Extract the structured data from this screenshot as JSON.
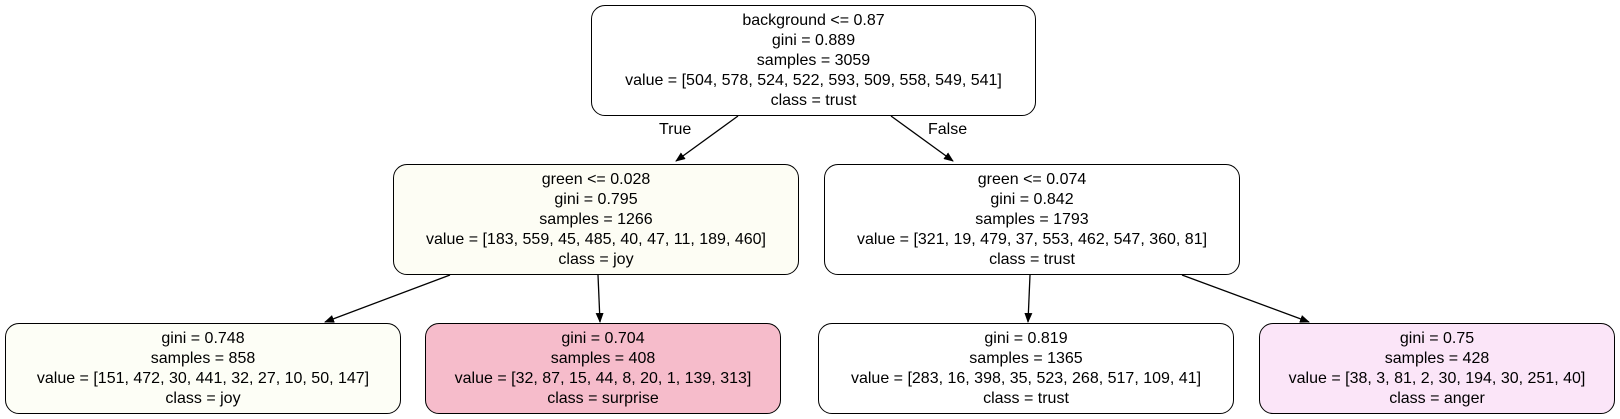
{
  "nodes": {
    "root": {
      "split": "background <= 0.87",
      "gini": "gini = 0.889",
      "samples": "samples = 3059",
      "value": "value = [504, 578, 524, 522, 593, 509, 558, 549, 541]",
      "class": "class = trust",
      "fill": "#ffffff"
    },
    "left": {
      "split": "green <= 0.028",
      "gini": "gini = 0.795",
      "samples": "samples = 1266",
      "value": "value = [183, 559, 45, 485, 40, 47, 11, 189, 460]",
      "class": "class = joy",
      "fill": "#fdfdf4"
    },
    "right": {
      "split": "green <= 0.074",
      "gini": "gini = 0.842",
      "samples": "samples = 1793",
      "value": "value = [321, 19, 479, 37, 553, 462, 547, 360, 81]",
      "class": "class = trust",
      "fill": "#ffffff"
    },
    "left_left": {
      "gini": "gini = 0.748",
      "samples": "samples = 858",
      "value": "value = [151, 472, 30, 441, 32, 27, 10, 50, 147]",
      "class": "class = joy",
      "fill": "#fdfef6"
    },
    "left_right": {
      "gini": "gini = 0.704",
      "samples": "samples = 408",
      "value": "value = [32, 87, 15, 44, 8, 20, 1, 139, 313]",
      "class": "class = surprise",
      "fill": "#f6bccb"
    },
    "right_left": {
      "gini": "gini = 0.819",
      "samples": "samples = 1365",
      "value": "value = [283, 16, 398, 35, 523, 268, 517, 109, 41]",
      "class": "class = trust",
      "fill": "#ffffff"
    },
    "right_right": {
      "gini": "gini = 0.75",
      "samples": "samples = 428",
      "value": "value = [38, 3, 81, 2, 30, 194, 30, 251, 40]",
      "class": "class = anger",
      "fill": "#fbe5f8"
    }
  },
  "edge_labels": {
    "true": "True",
    "false": "False"
  }
}
